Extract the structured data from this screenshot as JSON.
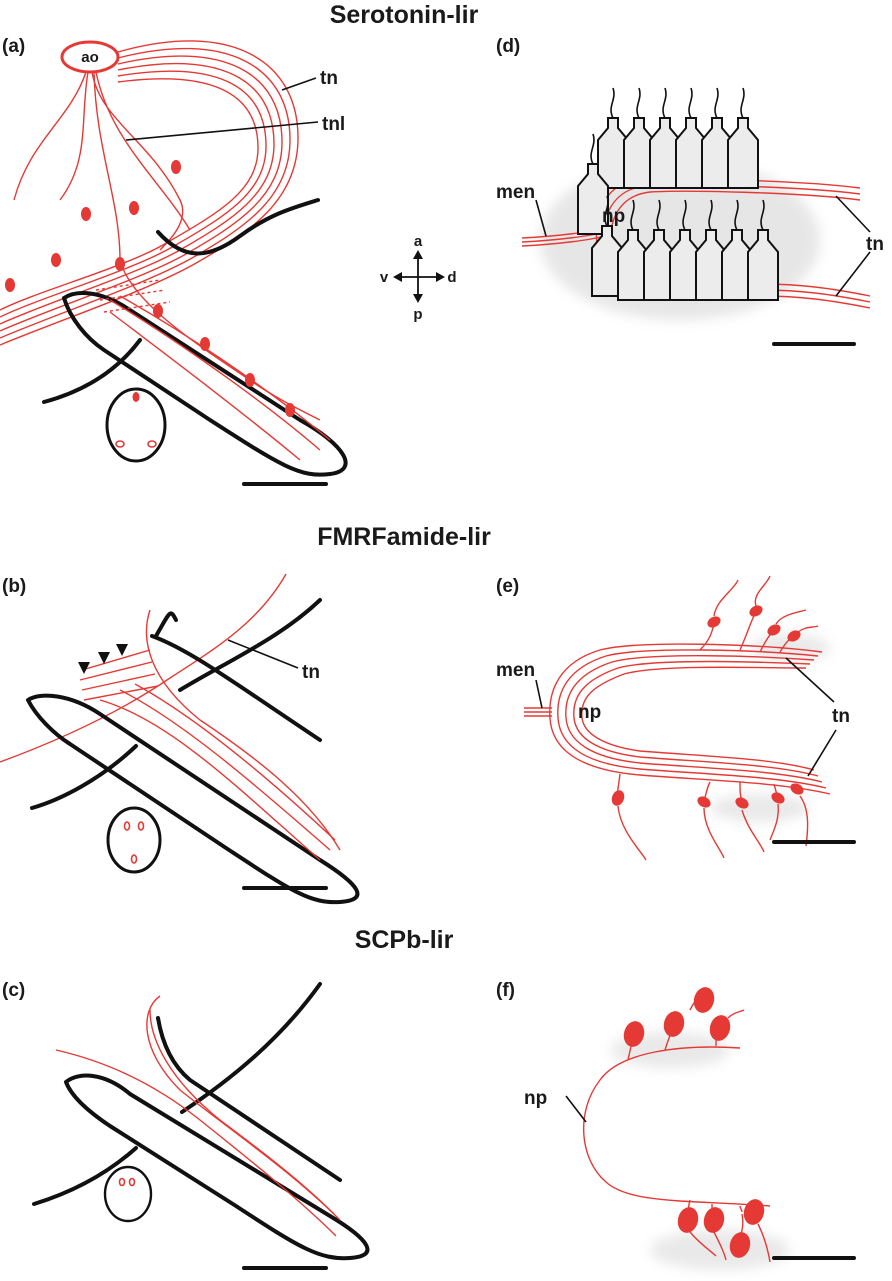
{
  "sections": [
    {
      "id": "serotonin",
      "title": "Serotonin-lir"
    },
    {
      "id": "fmrfamide",
      "title": "FMRFamide-lir"
    },
    {
      "id": "scpb",
      "title": "SCPb-lir"
    }
  ],
  "panels": {
    "a": {
      "label": "(a)",
      "annotations": {
        "ao": "ao",
        "tn": "tn",
        "tnl": "tnl"
      }
    },
    "b": {
      "label": "(b)",
      "annotations": {
        "tn": "tn"
      }
    },
    "c": {
      "label": "(c)"
    },
    "d": {
      "label": "(d)",
      "annotations": {
        "men": "men",
        "np": "np",
        "tn": "tn"
      }
    },
    "e": {
      "label": "(e)",
      "annotations": {
        "men": "men",
        "np": "np",
        "tn": "tn"
      }
    },
    "f": {
      "label": "(f)",
      "annotations": {
        "np": "np"
      }
    }
  },
  "compass": {
    "a": "a",
    "p": "p",
    "v": "v",
    "d": "d"
  },
  "colors": {
    "stain": "#e53935",
    "outline": "#111111",
    "cell_fill": "#ececec"
  },
  "icons": [
    "compass-arrows-icon",
    "arrowhead-marker-icon",
    "cross-section-icon",
    "scale-bar-icon"
  ]
}
